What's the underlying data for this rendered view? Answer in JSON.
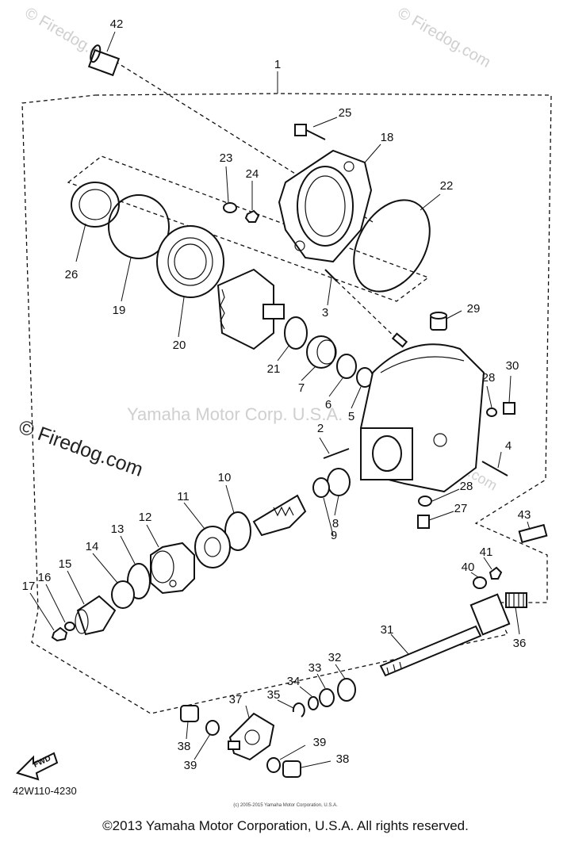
{
  "watermarks": {
    "top_left": "© Firedog.com",
    "top_right": "© Firedog.com",
    "center": "Yamaha Motor Corp. U.S.A.",
    "right": "© Firedog.com",
    "left": "© Firedog.com"
  },
  "labels": {
    "forward": "FWD"
  },
  "callouts": {
    "c1": "1",
    "c2": "2",
    "c3": "3",
    "c4": "4",
    "c5": "5",
    "c6": "6",
    "c7": "7",
    "c8": "8",
    "c9": "9",
    "c10": "10",
    "c11": "11",
    "c12": "12",
    "c13": "13",
    "c14": "14",
    "c15": "15",
    "c16": "16",
    "c17": "17",
    "c18": "18",
    "c19": "19",
    "c20": "20",
    "c21": "21",
    "c22": "22",
    "c23": "23",
    "c24": "24",
    "c25": "25",
    "c26": "26",
    "c27": "27",
    "c28": "28",
    "c29": "29",
    "c30": "30",
    "c31": "31",
    "c32": "32",
    "c33": "33",
    "c34": "34",
    "c35": "35",
    "c36": "36",
    "c37": "37",
    "c38": "38",
    "c39": "39",
    "c40": "40",
    "c41": "41",
    "c42": "42",
    "c43": "43"
  },
  "footer": {
    "diagram_code": "42W110-4230",
    "small_copyright": "(c) 2005-2015 Yamaha Motor Corporation, U.S.A.",
    "copyright": "©2013 Yamaha Motor Corporation, U.S.A. All rights reserved."
  }
}
